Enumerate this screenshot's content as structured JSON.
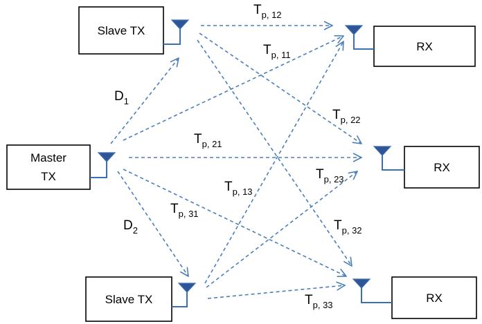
{
  "nodes": {
    "slave_tx_1": "Slave TX",
    "master_tx_line1": "Master",
    "master_tx_line2": "TX",
    "slave_tx_2": "Slave TX",
    "rx_1": "RX",
    "rx_2": "RX",
    "rx_3": "RX"
  },
  "labels": {
    "d1": {
      "main": "D",
      "sub": "1"
    },
    "d2": {
      "main": "D",
      "sub": "2"
    },
    "tp12": {
      "main": "T",
      "sub": "p, 12"
    },
    "tp11": {
      "main": "T",
      "sub": "p, 11"
    },
    "tp22": {
      "main": "T",
      "sub": "p, 22"
    },
    "tp21": {
      "main": "T",
      "sub": "p, 21"
    },
    "tp13": {
      "main": "T",
      "sub": "p, 13"
    },
    "tp23": {
      "main": "T",
      "sub": "p, 23"
    },
    "tp31": {
      "main": "T",
      "sub": "p, 31"
    },
    "tp32": {
      "main": "T",
      "sub": "p, 32"
    },
    "tp33": {
      "main": "T",
      "sub": "p, 33"
    }
  },
  "colors": {
    "arrow": "#4a7ebb",
    "antenna": "#2f5597"
  }
}
